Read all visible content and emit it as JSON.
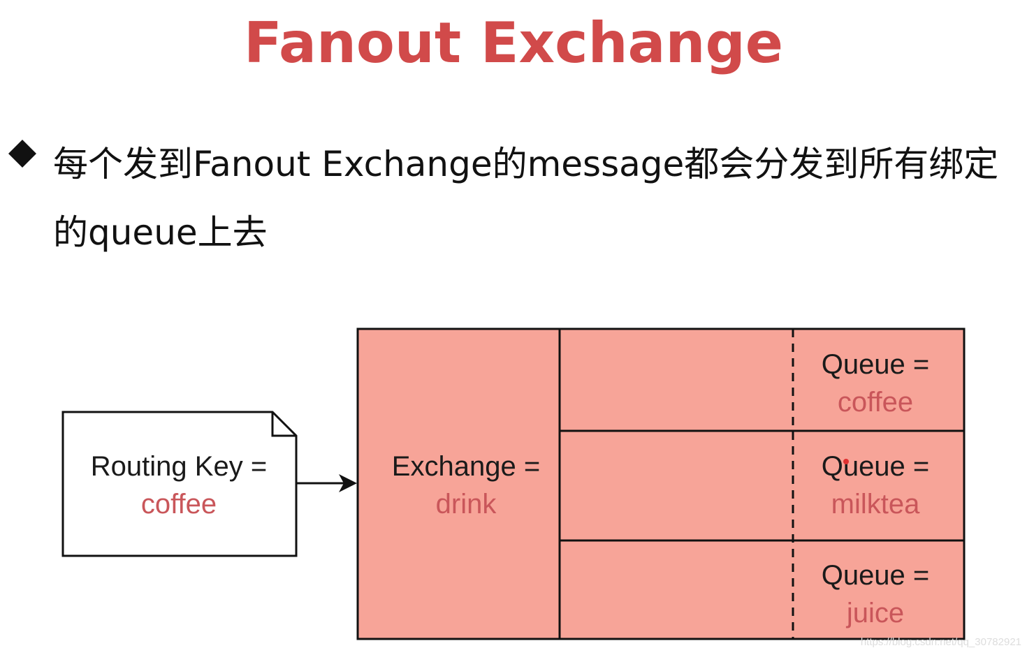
{
  "title": "Fanout Exchange",
  "bullet": {
    "icon": "diamond-bullet-icon",
    "text": "每个发到Fanout Exchange的message都会分发到所有绑定的queue上去"
  },
  "diagram": {
    "routing_key": {
      "label": "Routing Key =",
      "value": "coffee"
    },
    "exchange": {
      "label": "Exchange =",
      "value": "drink"
    },
    "queues": [
      {
        "label": "Queue =",
        "value": "coffee"
      },
      {
        "label": "Queue =",
        "value": "milktea"
      },
      {
        "label": "Queue =",
        "value": "juice"
      }
    ],
    "colors": {
      "title": "#d14a4a",
      "box_fill": "#f7a498",
      "value_text": "#c9565a",
      "stroke": "#111111"
    }
  },
  "watermark": "https://blog.csdn.net/qq_30782921"
}
